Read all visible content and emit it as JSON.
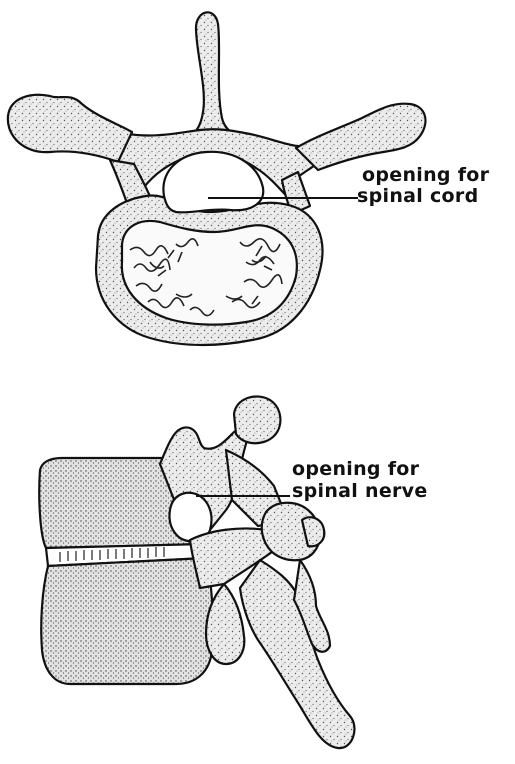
{
  "labels": {
    "top_line1": "opening for",
    "top_line2": "spinal cord",
    "side_line1": "opening for",
    "side_line2": "spinal nerve"
  },
  "colors": {
    "ink": "#111111",
    "bone_fill": "#ececec",
    "background": "#ffffff"
  }
}
